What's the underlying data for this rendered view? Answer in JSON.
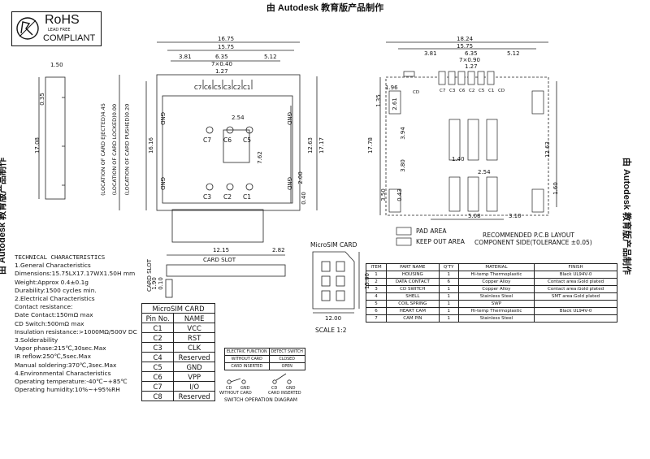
{
  "watermark": "由 Autodesk 教育版产品制作",
  "rohs": {
    "title": "RoHS",
    "sub": "LEAD FREE",
    "compliant": "COMPLIANT"
  },
  "top_view": {
    "dims": [
      "16.75",
      "15.75",
      "3.81",
      "6.35",
      "7×0.40",
      "5.12",
      "1.27",
      "2.54",
      "16.16",
      "12.63",
      "17.17",
      "7.62",
      "2.00",
      "0.40",
      "1.50",
      "0.35",
      "17.08"
    ],
    "pins": [
      "C7",
      "C6",
      "C5",
      "C3",
      "C2",
      "C1"
    ],
    "gnd": [
      "GND",
      "GND",
      "GND",
      "GND"
    ],
    "locations": [
      "(LOCATION OF CARD EJECTED)4.45",
      "(LOCATION OF CARD LOCKED)0.00",
      "(LOCATION OF CARD PUSHED)0.20"
    ],
    "pin_pads": [
      "C7",
      "C3",
      "C6",
      "C2",
      "C5",
      "C1"
    ]
  },
  "side_view": {
    "dims": [
      "12.15",
      "2.82"
    ],
    "label": "CARD SLOT",
    "slot_label": "CARD SLOT",
    "slot_dims": [
      "1.90",
      "0.10"
    ]
  },
  "microsim": {
    "title": "MicroSIM CARD",
    "dims": [
      "15.00",
      "12.00"
    ],
    "scale": "SCALE 1:2"
  },
  "pcb": {
    "dims": [
      "18.24",
      "15.75",
      "3.81",
      "6.35",
      "7×0.90",
      "5.12",
      "1.27",
      "1.96",
      "2.61",
      "1.35",
      "17.78",
      "3.94",
      "1.40",
      "3.80",
      "2.54",
      "0.43",
      "3.50",
      "12.63",
      "1.60",
      "5.08",
      "3.10"
    ],
    "labels": [
      "CD",
      "C7",
      "C3",
      "C6",
      "C2",
      "C5",
      "C1",
      "CD"
    ],
    "legend": {
      "pad": "PAD AREA",
      "keepout": "KEEP OUT AREA"
    },
    "title": "RECOMMENDED P.C.B LAYOUT",
    "subtitle": "COMPONENT SIDE(TOLERANCE ±0.05)"
  },
  "tech": [
    "TECHNICAL CHARACTERISTICS",
    "1.General Characteristics",
    "  Dimensions:15.75LX17.17WX1.50H mm",
    "  Weight:Approx 0.4±0.1g",
    "  Durability:1500 cycles min.",
    "2.Electrical Characteristics",
    "  Contact resistance:",
    "  Date Contact:150mΩ max",
    "  CD Switch:500mΩ max",
    "  Insulation resistance:>1000MΩ/500V DC",
    "3.Solderability",
    "  Vapor phase:215℃,30sec.Max",
    "  IR reflow:250℃,5sec.Max",
    "  Manual soldering:370℃,3sec.Max",
    "4.Environmental Characteristics",
    "  Operating temperature:-40℃~+85℃",
    "  Operating humidity:10%~+95%RH"
  ],
  "pin_table": {
    "title": "MicroSIM CARD",
    "headers": [
      "Pin No.",
      "NAME"
    ],
    "rows": [
      [
        "C1",
        "VCC"
      ],
      [
        "C2",
        "RST"
      ],
      [
        "C3",
        "CLK"
      ],
      [
        "C4",
        "Reserved"
      ],
      [
        "C5",
        "GND"
      ],
      [
        "C6",
        "VPP"
      ],
      [
        "C7",
        "I/O"
      ],
      [
        "C8",
        "Reserved"
      ]
    ]
  },
  "switch": {
    "headers": [
      "ELECTRIC FUNCTION",
      "DETECT SWITCH"
    ],
    "rows": [
      [
        "WITHOUT CARD",
        "CLOSED"
      ],
      [
        "CARD INSERTED",
        "OPEN"
      ]
    ],
    "diagram": [
      [
        "CD",
        "GND"
      ],
      [
        "CD",
        "GND"
      ]
    ],
    "captions": [
      "WITHOUT CARD",
      "CARD INSERTED"
    ],
    "title": "SWITCH OPERATION DIAGRAM"
  },
  "parts": {
    "headers": [
      "ITEM",
      "PART NAME",
      "Q'TY",
      "MATERIAL",
      "FINISH"
    ],
    "rows": [
      [
        "1",
        "HOUSING",
        "1",
        "Hi-temp Thermoplastic",
        "Black UL94V-0"
      ],
      [
        "2",
        "DATA CONTACT",
        "6",
        "Copper Alloy",
        "Contact area:Gold plated"
      ],
      [
        "3",
        "CD SWITCH",
        "1",
        "Copper Alloy",
        "Contact area:Gold plated"
      ],
      [
        "4",
        "SHELL",
        "1",
        "Stainless Steel",
        "SMT area:Gold plated"
      ],
      [
        "5",
        "COIL SPRING",
        "1",
        "SWP",
        ""
      ],
      [
        "6",
        "HEART CAM",
        "1",
        "Hi-temp Thermoplastic",
        "Black UL94V-0"
      ],
      [
        "7",
        "CAM PIN",
        "1",
        "Stainless Steel",
        ""
      ]
    ]
  }
}
